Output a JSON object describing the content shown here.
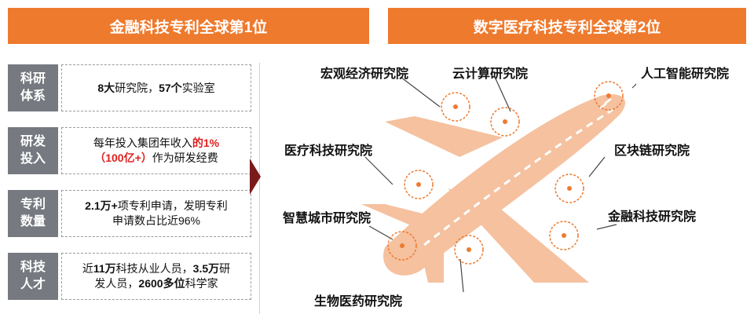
{
  "left_banner": "金融科技专利全球第1位",
  "right_banner": "数字医疗科技专利全球第2位",
  "rows": [
    {
      "label_l1": "科研",
      "label_l2": "体系",
      "a": "8大",
      "b": "研究院，",
      "c": "57个",
      "d": "实验室"
    },
    {
      "label_l1": "研发",
      "label_l2": "投入",
      "line1_plain": "每年投入集团年收入",
      "line1_red": "的1%",
      "line2_red": "（100亿+）",
      "line2_plain": "作为研发经费"
    },
    {
      "label_l1": "专利",
      "label_l2": "数量",
      "line1_bold": "2.1万+",
      "line1_plain": "项专利申请，发明专利",
      "line2": "申请数占比近96%"
    },
    {
      "label_l1": "科技",
      "label_l2": "人才",
      "l1a": "近",
      "l1b": "11万",
      "l1c": "科技从业人员，",
      "l1d": "3.5万",
      "l1e": "研",
      "l2a": "发人员，",
      "l2b": "2600多位",
      "l2c": "科学家"
    }
  ],
  "institutes": {
    "macro": "宏观经济研究院",
    "cloud": "云计算研究院",
    "ai": "人工智能研究院",
    "medical": "医疗科技研究院",
    "blockchain": "区块链研究院",
    "smartcity": "智慧城市研究院",
    "fintech": "金融科技研究院",
    "biomed": "生物医药研究院"
  },
  "colors": {
    "orange": "#ee7a2e",
    "plane": "#f5c19f",
    "gray": "#767a80",
    "red": "#e02020",
    "arrow": "#7b1a1a"
  }
}
